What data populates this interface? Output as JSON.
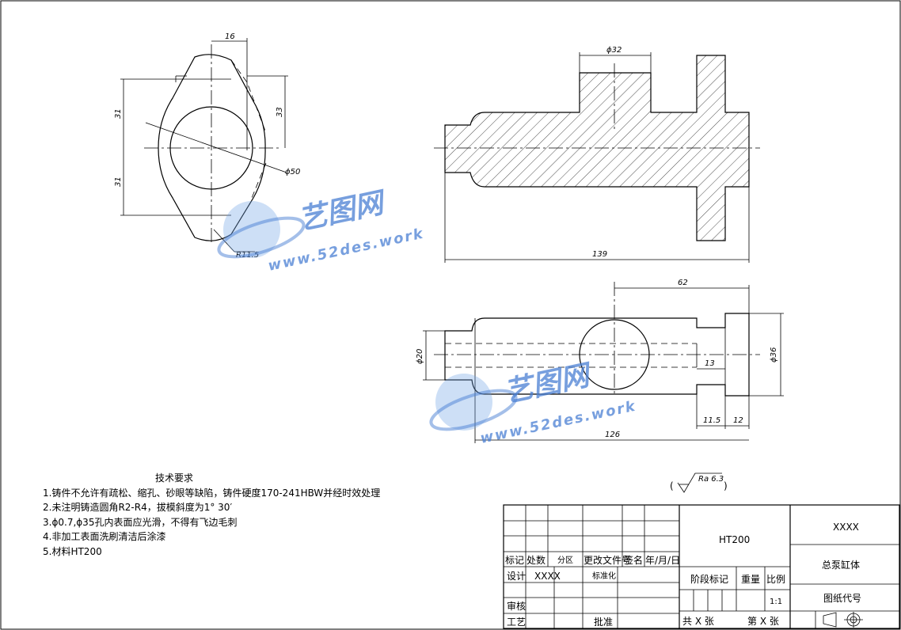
{
  "dimensions": {
    "d16": "16",
    "d31a": "31",
    "d31b": "31",
    "d33": "33",
    "d50": "ϕ50",
    "r115": "R11.5",
    "d32": "ϕ32",
    "d139": "139",
    "d62": "62",
    "d20": "ϕ20",
    "d36": "ϕ36",
    "d13": "13",
    "d115": "11.5",
    "d12": "12",
    "d126": "126"
  },
  "roughness": {
    "value": "Ra 6.3"
  },
  "watermark": {
    "cn": "艺图网",
    "en": "www.52des.work"
  },
  "tech_requirements": {
    "title": "技术要求",
    "items": [
      "1.铸件不允许有疏松、缩孔、砂眼等缺陷，铸件硬度170-241HBW并经时效处理",
      "2.未注明铸造圆角R2-R4，拔模斜度为1° 30′",
      "3.ϕ0.7,ϕ35孔内表面应光滑，不得有飞边毛刺",
      "4.非加工表面洗刷清洁后涂漆",
      "5.材料HT200"
    ]
  },
  "title_block": {
    "mark": "标记",
    "count": "处数",
    "zone": "分区",
    "change_doc": "更改文件号",
    "signature": "签名",
    "date": "年/月/日",
    "design": "设计",
    "designer": "XXXX",
    "standardize": "标准化",
    "review": "审核",
    "process": "工艺",
    "approve": "批准",
    "material": "HT200",
    "stage_mark": "阶段标记",
    "weight": "重量",
    "scale_label": "比例",
    "scale": "1:1",
    "sheets_total": "共 X 张",
    "sheet_no": "第 X 张",
    "company": "XXXX",
    "part_name": "总泵缸体",
    "drawing_code": "图纸代号"
  }
}
